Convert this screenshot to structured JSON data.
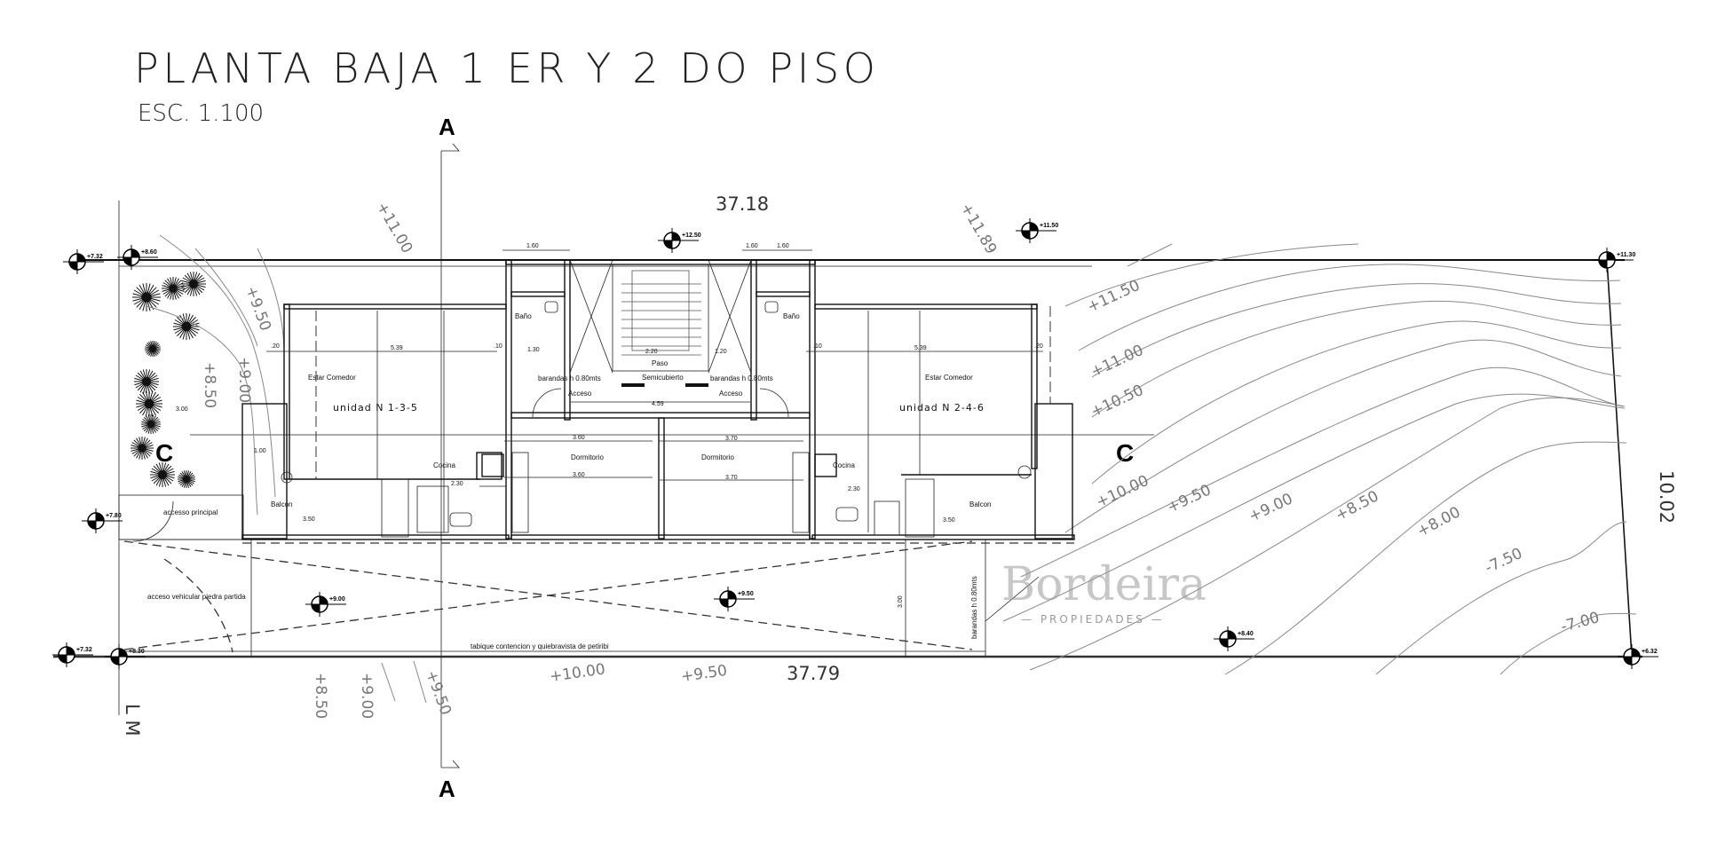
{
  "title": "PLANTA BAJA 1 ER Y 2 DO PISO",
  "scale": "ESC. 1.100",
  "sections": {
    "a_top": "A",
    "a_bottom": "A",
    "c_left": "C",
    "c_right": "C"
  },
  "boundary": {
    "top": "37.18",
    "bottom": "37.79",
    "right": "10.02",
    "left_code": "L M"
  },
  "units": {
    "left": "unidad   N  1-3-5",
    "right": "unidad   N  2-4-6"
  },
  "rooms": {
    "estar_left": "Estar Comedor",
    "estar_right": "Estar Comedor",
    "cocina_left": "Cocina",
    "cocina_right": "Cocina",
    "balcon_left": "Balcon",
    "balcon_right": "Balcon",
    "bano_left": "Baño",
    "bano_right": "Baño",
    "dorm_left": "Dormitorio",
    "dorm_right": "Dormitorio",
    "paso": "Paso",
    "semicubierto": "Semicubierto",
    "acceso_left": "Acceso",
    "acceso_right": "Acceso",
    "barandas_left": "barandas  h  0.80mts",
    "barandas_right": "barandas  h  0.80mts",
    "acceso_principal": "accesso principal",
    "acceso_vehicular": "acceso vehicular piedra partida",
    "tabique": "tabique contencion y quiebravista de petiribi",
    "barandas_lower": "barandas h 0.80mts"
  },
  "dimensions": {
    "d539l": "5.39",
    "d539r": "5.39",
    "d300": "3.00",
    "d100": "1.00",
    "d230l": "2.30",
    "d230r": "2.30",
    "d350l": "3.50",
    "d350r": "3.50",
    "d360a": "3.60",
    "d360b": "3.60",
    "d370a": "3.70",
    "d370b": "3.70",
    "d459": "4.59",
    "d220": "2.20",
    "d130": "1.30",
    "d120": "1.20",
    "d160a": "1.60",
    "d160b": "1.60",
    "d160c": "1.60",
    "d20a": ".20",
    "d20b": ".20",
    "d10a": ".10",
    "d10b": ".10",
    "d300v": "3.00"
  },
  "contours": [
    "+11.00",
    "+11.89",
    "+9.50",
    "+9.00",
    "+8.50",
    "+11.50",
    "+11.00",
    "+10.50",
    "+10.00",
    "+9.50",
    "+9.00",
    "+8.50",
    "+8.00",
    "-7.50",
    "-7.00",
    "+8.50",
    "+9.00",
    "+9.50",
    "+10.00",
    "+9.50"
  ],
  "levels": [
    "+7.32",
    "+8.60",
    "+12.50",
    "+11.50",
    "+11.30",
    "+7.80",
    "+7.32",
    "+8.30",
    "+9.00",
    "+9.50",
    "+8.40",
    "+6.32"
  ],
  "watermark": {
    "brand": "Bordeira",
    "sub": "— PROPIEDADES —"
  }
}
